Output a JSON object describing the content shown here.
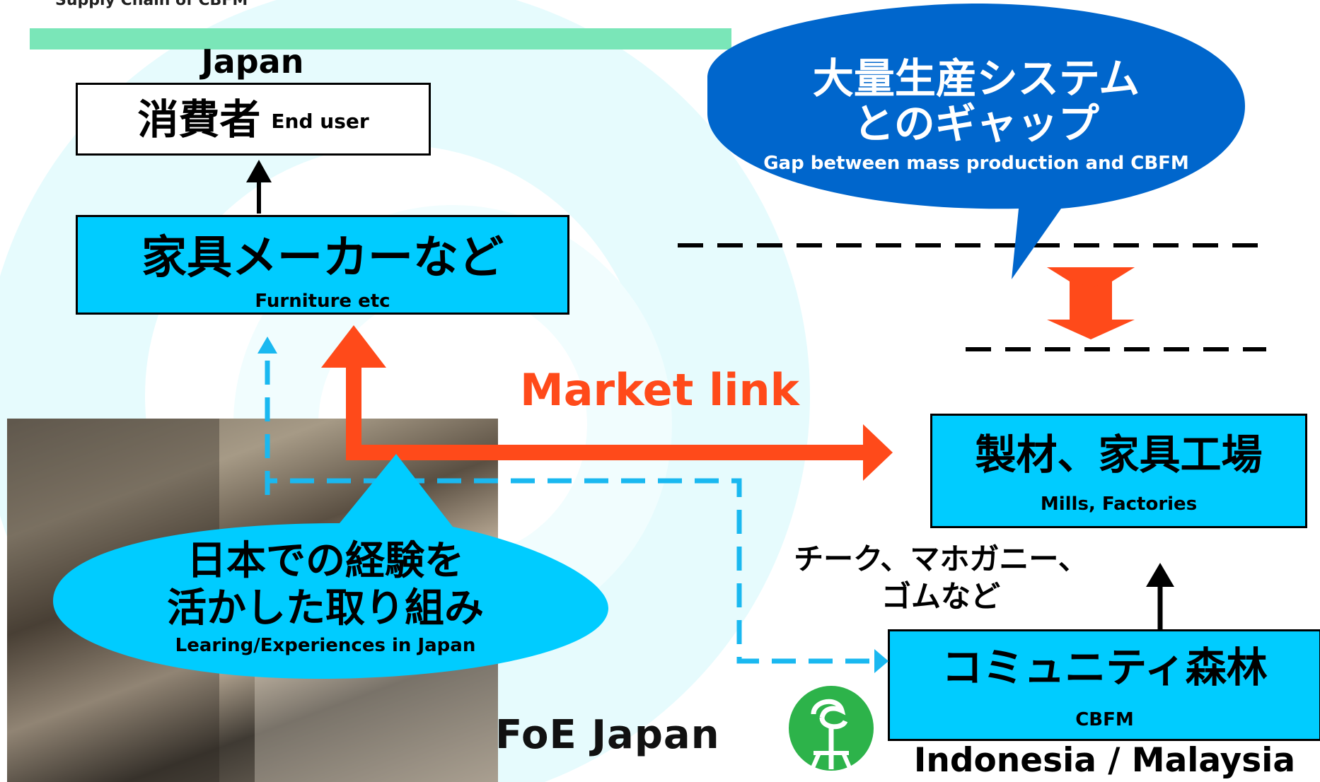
{
  "header": {
    "title": "Supply Chain of CBFM"
  },
  "nodes": {
    "japan_label": "Japan",
    "end_user": {
      "jp": "消費者",
      "en": "End user"
    },
    "furniture": {
      "jp": "家具メーカーなど",
      "en": "Furniture etc"
    },
    "mills": {
      "jp": "製材、家具工場",
      "en": "Mills, Factories"
    },
    "cbfm": {
      "jp": "コミュニティ森林",
      "en": "CBFM"
    },
    "region_label": "Indonesia / Malaysia",
    "species_line1": "チーク、マホガニー、",
    "species_line2": "ゴムなど"
  },
  "callouts": {
    "gap": {
      "line1": "大量生産システム",
      "line2": "とのギャップ",
      "en": "Gap between mass production and CBFM"
    },
    "learning": {
      "line1": "日本での経験を",
      "line2": "活かした取り組み",
      "en": "Learing/Experiences in Japan"
    }
  },
  "market_link": "Market link",
  "logo": {
    "text": "FoE Japan"
  },
  "colors": {
    "cyan_box": "#00ccff",
    "blue_bubble": "#0066cc",
    "red_arrow": "#ff4a1a",
    "dashed_cyan": "#1ab8f0",
    "logo_green": "#2db34a"
  }
}
